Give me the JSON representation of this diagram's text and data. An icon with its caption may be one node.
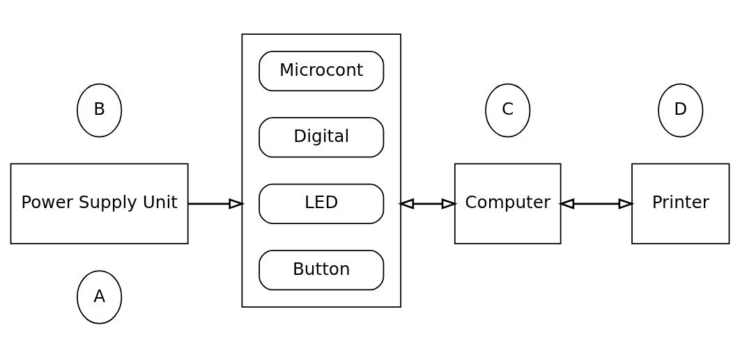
{
  "diagram": {
    "nodes": [
      {
        "text": [
          "A"
        ]
      },
      {
        "text": [
          "Power Supply Unit"
        ]
      },
      {
        "text": [
          "B"
        ]
      },
      {
        "text": [],
        "shape": "box"
      },
      {
        "text": [
          "Microcont"
        ],
        "in": 3
      },
      {
        "text": [
          "Digital"
        ],
        "in": 3
      },
      {
        "text": [
          "LED"
        ],
        "in": 3
      },
      {
        "text": [
          "Button"
        ],
        "in": 3
      },
      {
        "text": [
          "C"
        ]
      },
      {
        "text": [
          "Computer"
        ]
      },
      {
        "text": [
          "D"
        ]
      },
      {
        "text": [
          "Printer"
        ]
      }
    ],
    "edges": [
      {
        "from": 1,
        "to": 3,
        "arrow": "to"
      },
      {
        "from": 3,
        "to": 9,
        "arrow": "both"
      },
      {
        "from": 9,
        "to": 11,
        "arrow": "both"
      }
    ]
  }
}
